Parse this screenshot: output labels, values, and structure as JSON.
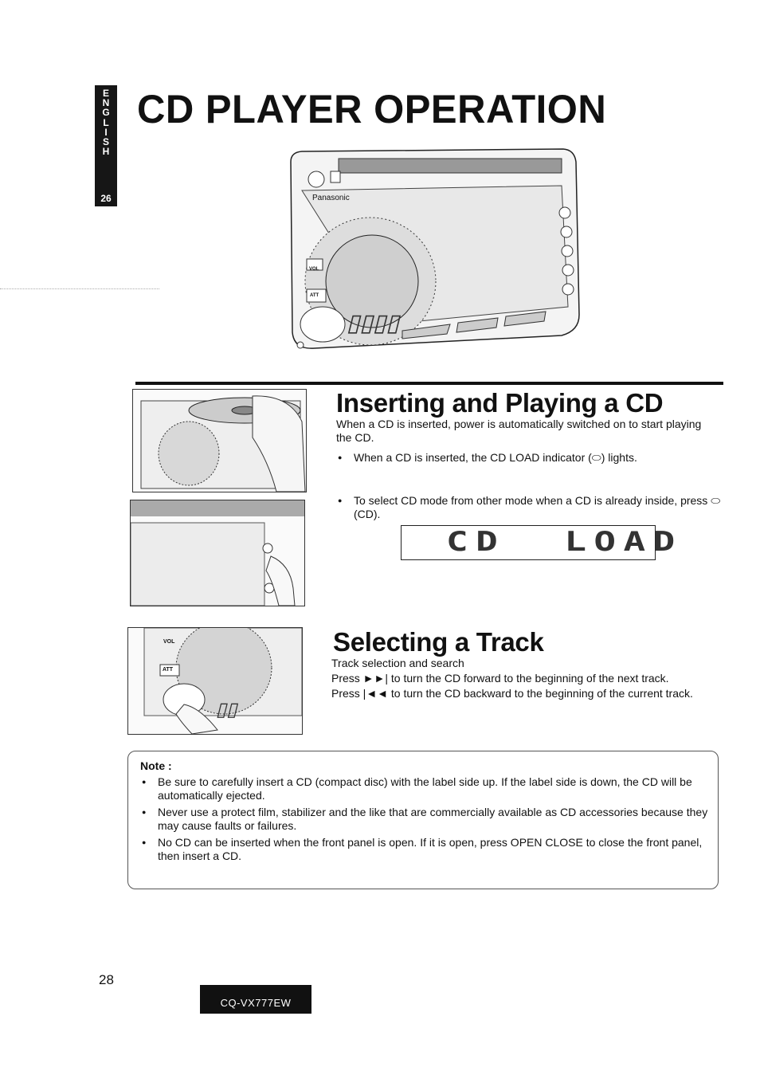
{
  "sidebar": {
    "lang_letters": [
      "E",
      "N",
      "G",
      "L",
      "I",
      "S",
      "H"
    ],
    "section_number": "26"
  },
  "page_title": "CD PLAYER OPERATION",
  "device_illustration": {
    "brand": "Panasonic",
    "vol_label": "VOL",
    "att_label": "ATT"
  },
  "inserting": {
    "heading": "Inserting and Playing a CD",
    "intro": "When a CD is inserted, power is automatically switched on to start playing the CD.",
    "bullet1": "When a CD is inserted, the CD LOAD indicator (⬭) lights.",
    "bullet2": "To select CD mode from other mode when a CD is already inside, press ⬭ (CD).",
    "display_text": "CD  LOAD"
  },
  "selecting": {
    "heading": "Selecting a Track",
    "line1": "Track selection and search",
    "line2": "Press ►►| to turn the CD forward to the beginning of the next track.",
    "line3": "Press |◄◄ to turn the CD backward to the beginning of the current track."
  },
  "note": {
    "title": "Note :",
    "items": [
      "Be sure to carefully insert a CD (compact disc) with the label side up.  If the label side is down, the CD will be automatically ejected.",
      "Never use a protect film, stabilizer and the like that are commercially available as CD accessories because they may cause faults or failures.",
      "No CD can be inserted when the front panel is open.  If it is open, press OPEN CLOSE to close the front panel, then insert a CD."
    ]
  },
  "footer": {
    "page_number": "28",
    "model": "CQ-VX777EW"
  }
}
